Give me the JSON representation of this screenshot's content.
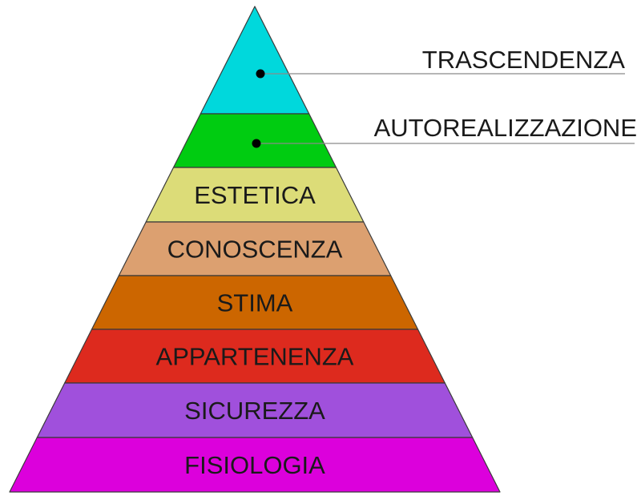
{
  "pyramid": {
    "levels": [
      {
        "label": "TRASCENDENZA",
        "color": "#00d8dc",
        "label_outside": true
      },
      {
        "label": "AUTOREALIZZAZIONE",
        "color": "#00cc11",
        "label_outside": true
      },
      {
        "label": "ESTETICA",
        "color": "#dcdc78",
        "label_outside": false
      },
      {
        "label": "CONOSCENZA",
        "color": "#dca070",
        "label_outside": false
      },
      {
        "label": "STIMA",
        "color": "#cc6600",
        "label_outside": false
      },
      {
        "label": "APPARTENENZA",
        "color": "#dd2a1e",
        "label_outside": false
      },
      {
        "label": "SICUREZZA",
        "color": "#a050dc",
        "label_outside": false
      },
      {
        "label": "FISIOLOGIA",
        "color": "#dc00dc",
        "label_outside": false
      }
    ]
  }
}
